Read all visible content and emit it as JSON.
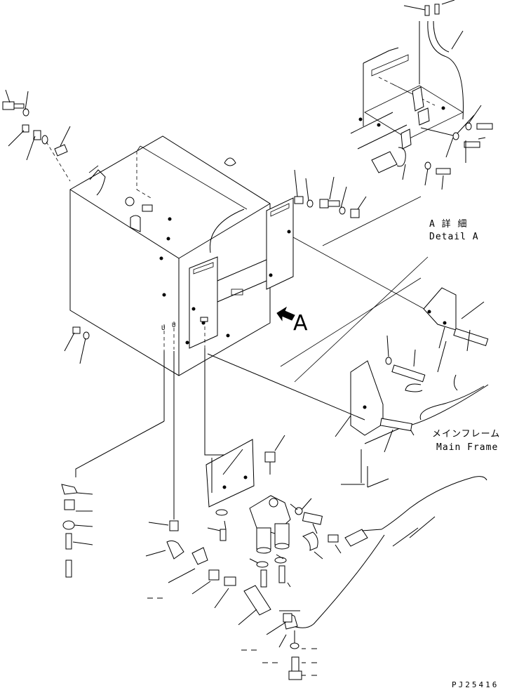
{
  "callouts": {
    "detail_a_ja": "A 詳 細",
    "detail_a_en": "Detail A",
    "main_frame_ja": "メインフレーム",
    "main_frame_en": "Main Frame",
    "view_arrow_letter": "A",
    "drawing_code": "PJ25416"
  }
}
